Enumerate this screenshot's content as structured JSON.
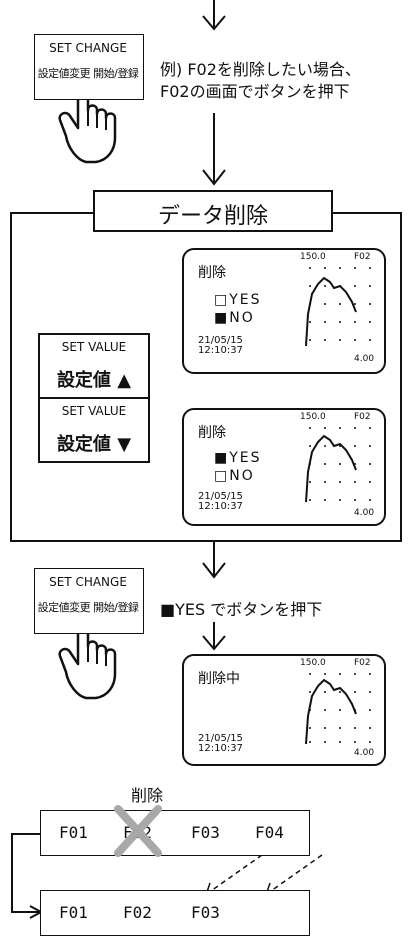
{
  "step1": {
    "button_top": "SET CHANGE",
    "button_bottom": "設定値変更 開始/登録",
    "note_line1": "例) F02を削除したい場合、",
    "note_line2": "F02の画面でボタンを押下"
  },
  "dialog": {
    "title": "データ削除",
    "up_button": {
      "top": "SET VALUE",
      "bottom": "設定値 ▲"
    },
    "down_button": {
      "top": "SET VALUE",
      "bottom": "設定値 ▼"
    },
    "screen1": {
      "title": "削除",
      "yes": "□YES",
      "no": "■NO",
      "date": "21/05/15",
      "time": "12:10:37",
      "y_max": "150.0",
      "x_max": "4.00",
      "file": "F02"
    },
    "screen2": {
      "title": "削除",
      "yes": "■YES",
      "no": "□NO",
      "date": "21/05/15",
      "time": "12:10:37",
      "y_max": "150.0",
      "x_max": "4.00",
      "file": "F02"
    }
  },
  "step2": {
    "button_top": "SET CHANGE",
    "button_bottom": "設定値変更 開始/登録",
    "note": "■YES でボタンを押下",
    "screen": {
      "title": "削除中",
      "date": "21/05/15",
      "time": "12:10:37",
      "y_max": "150.0",
      "x_max": "4.00",
      "file": "F02"
    }
  },
  "files": {
    "deleted_label": "削除",
    "before": [
      "F01",
      "F02",
      "F03",
      "F04"
    ],
    "after": [
      "F01",
      "F02",
      "F03"
    ]
  }
}
